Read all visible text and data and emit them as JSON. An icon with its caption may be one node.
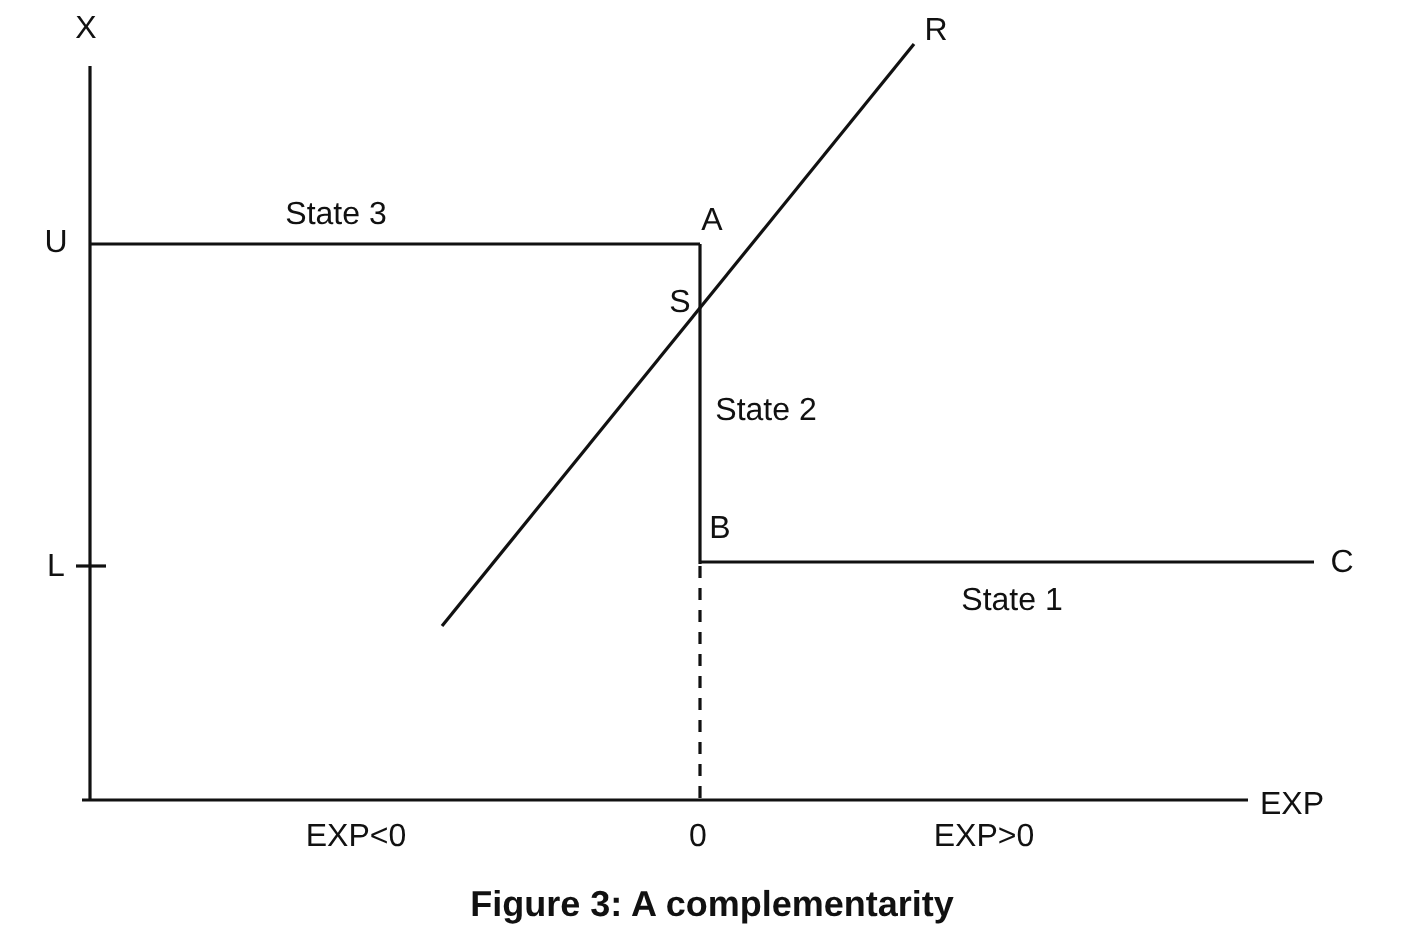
{
  "diagram": {
    "caption": "Figure 3: A complementarity",
    "labels": [
      "X",
      "R",
      "U",
      "State 3",
      "A",
      "S",
      "State 2",
      "B",
      "L",
      "C",
      "State 1",
      "EXP",
      "EXP<0",
      "0",
      "EXP>0"
    ]
  }
}
